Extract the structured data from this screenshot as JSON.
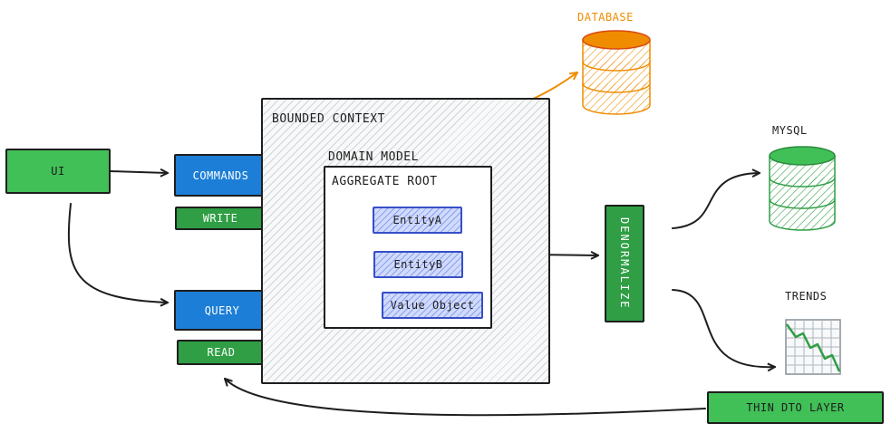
{
  "ui": "UI",
  "commands": "COMMANDS",
  "write": "WRITE",
  "query": "QUERY",
  "read": "READ",
  "bounded_context": "BOUNDED CONTEXT",
  "domain_model": "DOMAIN MODEL",
  "aggregate_root": "AGGREGATE ROOT",
  "entity_a": "EntityA",
  "entity_b": "EntityB",
  "value_object": "Value Object",
  "database": "DATABASE",
  "denormalize": "DENORMALIZE",
  "mysql": "MYSQL",
  "trends": "TRENDS",
  "thin_dto_layer": "THIN DTO LAYER",
  "colors": {
    "green": "#40c057",
    "dark_green": "#2f9e44",
    "blue": "#1c7ed6",
    "orange": "#f08c00",
    "entity_fill": "#d0dafc"
  }
}
